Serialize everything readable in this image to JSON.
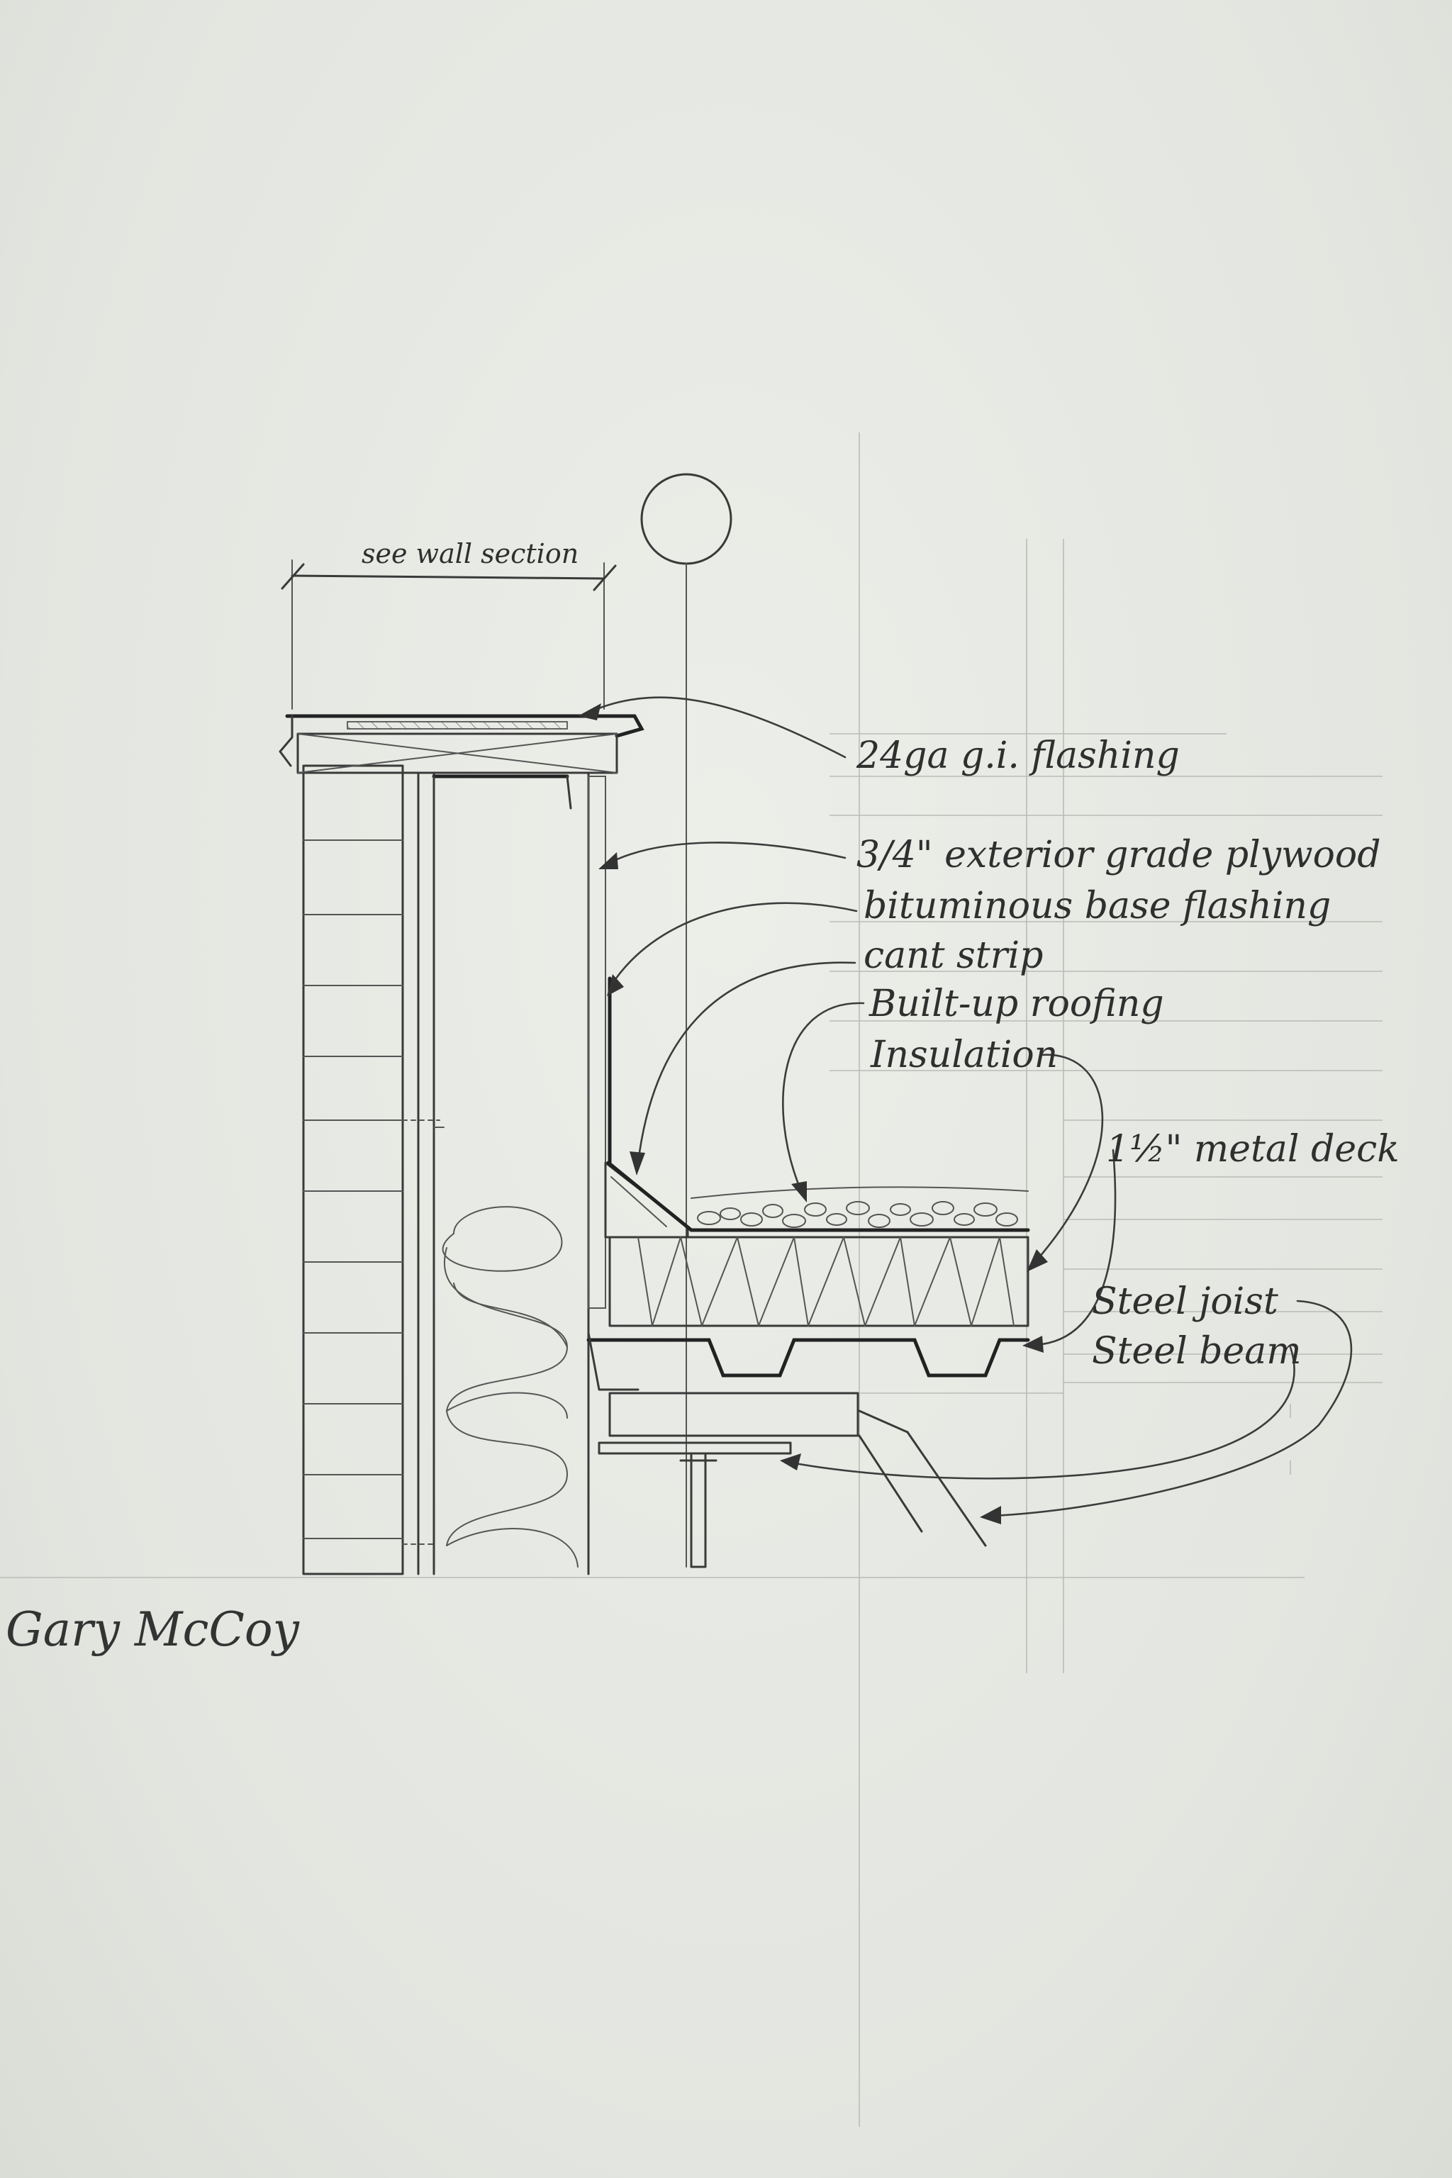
{
  "labels": {
    "dimension_note": "see wall section",
    "flashing": "24ga g.i. flashing",
    "plywood": "3/4\" exterior grade plywood",
    "base_flashing": "bituminous base flashing",
    "cant_strip": "cant strip",
    "roofing": "Built-up roofing",
    "insulation": "Insulation",
    "metal_deck": "1½\" metal deck",
    "steel_joist": "Steel joist",
    "steel_beam": "Steel beam"
  },
  "signature": "Gary McCoy"
}
